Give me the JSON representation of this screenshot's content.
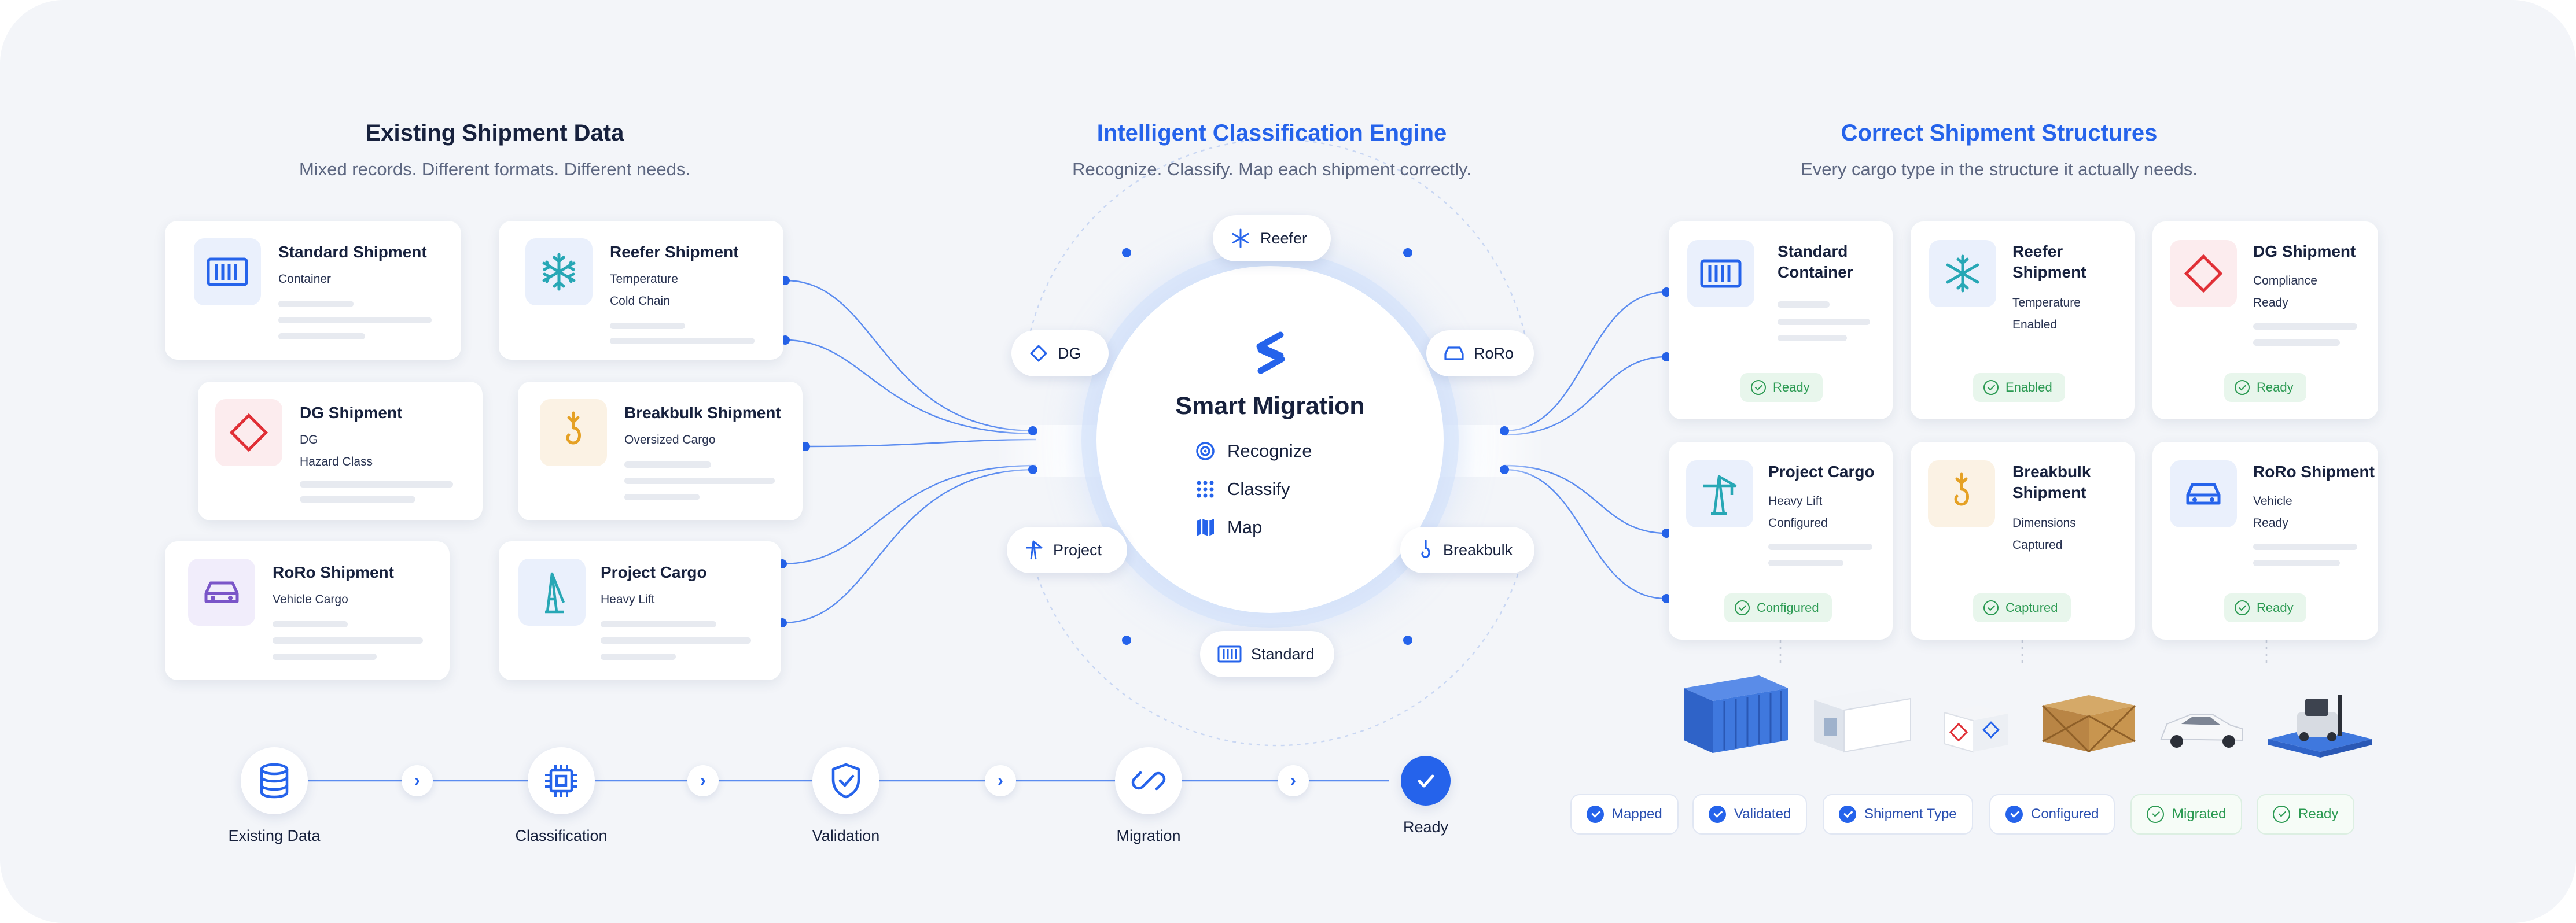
{
  "left": {
    "title": "Existing Shipment Data",
    "subtitle": "Mixed records. Different formats. Different needs.",
    "cards": [
      {
        "title": "Standard Shipment",
        "lines": [
          "Container"
        ]
      },
      {
        "title": "Reefer Shipment",
        "lines": [
          "Temperature",
          "Cold Chain"
        ]
      },
      {
        "title": "DG Shipment",
        "lines": [
          "DG",
          "Hazard Class"
        ]
      },
      {
        "title": "Breakbulk Shipment",
        "lines": [
          "Oversized Cargo"
        ]
      },
      {
        "title": "RoRo Shipment",
        "lines": [
          "Vehicle Cargo"
        ]
      },
      {
        "title": "Project Cargo",
        "lines": [
          "Heavy Lift"
        ]
      }
    ]
  },
  "middle": {
    "title": "Intelligent Classification Engine",
    "subtitle": "Recognize. Classify. Map each shipment correctly.",
    "hub_title": "Smart Migration",
    "hub_items": [
      "Recognize",
      "Classify",
      "Map"
    ],
    "pills": [
      "Reefer",
      "DG",
      "RoRo",
      "Project",
      "Breakbulk",
      "Standard"
    ]
  },
  "right": {
    "title": "Correct Shipment Structures",
    "subtitle": "Every cargo type in the structure it actually needs.",
    "cards": [
      {
        "title_1": "Standard",
        "title_2": "Container",
        "lines": [],
        "badge": "Ready"
      },
      {
        "title_1": "Reefer",
        "title_2": "Shipment",
        "lines": [
          "Temperature",
          "Enabled"
        ],
        "badge": "Enabled"
      },
      {
        "title_1": "DG Shipment",
        "title_2": "",
        "lines": [
          "Compliance",
          "Ready"
        ],
        "badge": "Ready"
      },
      {
        "title_1": "Project Cargo",
        "title_2": "",
        "lines": [
          "Heavy Lift",
          "Configured"
        ],
        "badge": "Configured"
      },
      {
        "title_1": "Breakbulk",
        "title_2": "Shipment",
        "lines": [
          "Dimensions",
          "Captured"
        ],
        "badge": "Captured"
      },
      {
        "title_1": "RoRo Shipment",
        "title_2": "",
        "lines": [
          "Vehicle",
          "Ready"
        ],
        "badge": "Ready"
      }
    ],
    "chips": [
      "Mapped",
      "Validated",
      "Shipment Type",
      "Configured",
      "Migrated",
      "Ready"
    ]
  },
  "steps": [
    "Existing Data",
    "Classification",
    "Validation",
    "Migration",
    "Ready"
  ],
  "colors": {
    "accent": "#2563eb",
    "success": "#2b9a52",
    "danger": "#e02f36",
    "amber": "#e5a124",
    "purple": "#7a55c8",
    "teal": "#27a7b5"
  }
}
